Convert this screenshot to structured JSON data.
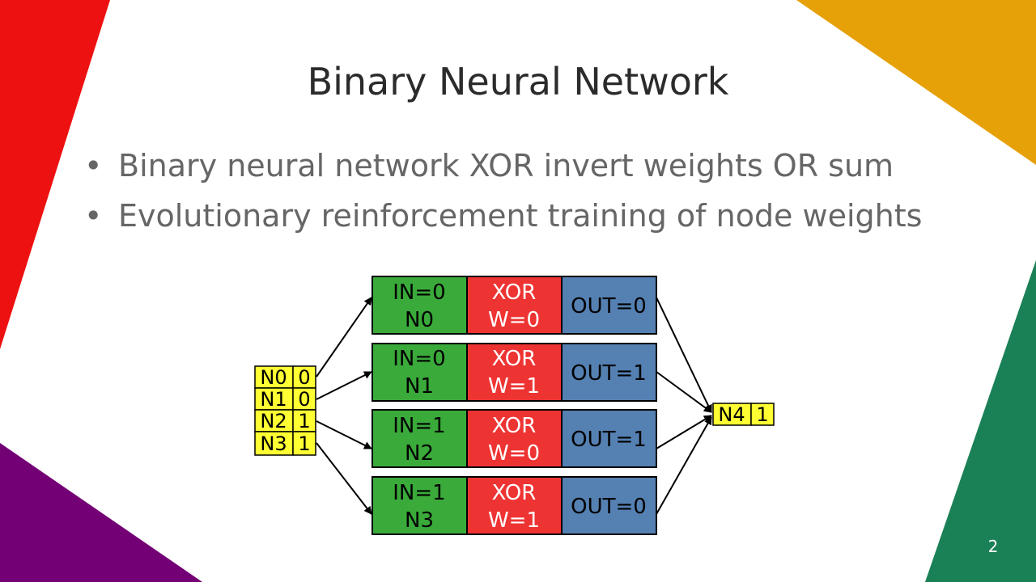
{
  "slide": {
    "title": "Binary Neural Network",
    "bullets": [
      "Binary neural network XOR invert weights OR sum",
      "Evolutionary reinforcement training of node weights"
    ],
    "page_number": "2"
  },
  "colors": {
    "red": "#ee1111",
    "orange": "#e6a008",
    "purple": "#730075",
    "green": "#1a8055",
    "input_green": "#3aaa3a",
    "xor_red": "#ee3333",
    "out_blue": "#5580b2",
    "io_yellow": "#ffff33"
  },
  "diagram": {
    "inputs": [
      {
        "name": "N0",
        "value": "0"
      },
      {
        "name": "N1",
        "value": "0"
      },
      {
        "name": "N2",
        "value": "1"
      },
      {
        "name": "N3",
        "value": "1"
      }
    ],
    "nodes": [
      {
        "in": "IN=0",
        "name": "N0",
        "xor": "XOR",
        "w": "W=0",
        "out": "OUT=0"
      },
      {
        "in": "IN=0",
        "name": "N1",
        "xor": "XOR",
        "w": "W=1",
        "out": "OUT=1"
      },
      {
        "in": "IN=1",
        "name": "N2",
        "xor": "XOR",
        "w": "W=0",
        "out": "OUT=1"
      },
      {
        "in": "IN=1",
        "name": "N3",
        "xor": "XOR",
        "w": "W=1",
        "out": "OUT=0"
      }
    ],
    "output": {
      "name": "N4",
      "value": "1"
    }
  }
}
